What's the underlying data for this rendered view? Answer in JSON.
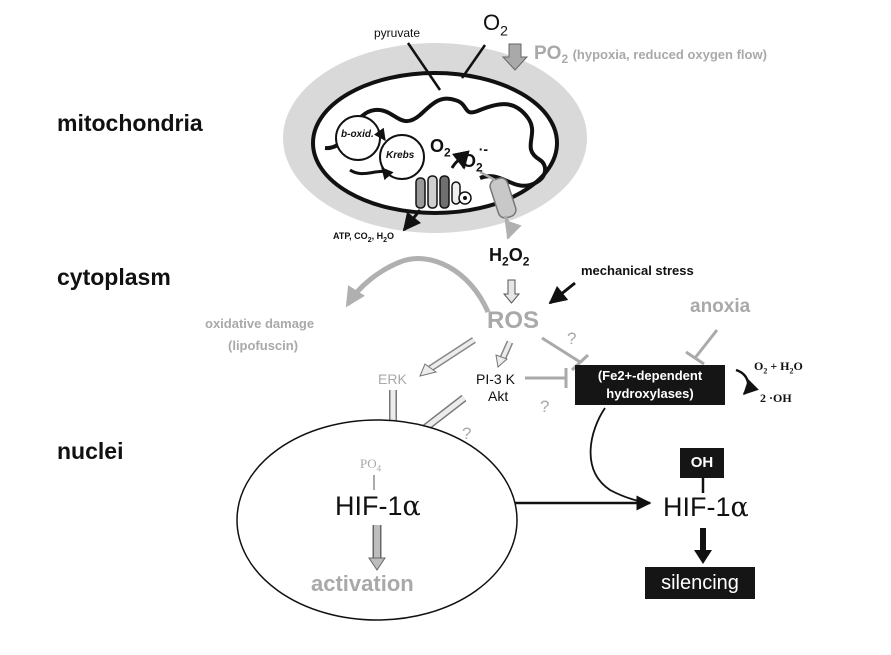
{
  "sections": {
    "mitochondria": "mitochondria",
    "cytoplasm": "cytoplasm",
    "nuclei": "nuclei"
  },
  "mito": {
    "pyruvate": "pyruvate",
    "o2_top": "O",
    "o2_top_sub": "2",
    "po2": "PO",
    "po2_sub": "2",
    "po2_note": "(hypoxia, reduced oxygen flow)",
    "boxid": "b-oxid.",
    "krebs": "Krebs",
    "o2_inner": "O",
    "o2_inner_sub": "2",
    "superoxide": "O",
    "superoxide_sub": "2",
    "superoxide_sup": "·-",
    "atp": "ATP, CO",
    "atp_sub": "2",
    "atp_tail": ", H",
    "atp_sub2": "2",
    "atp_end": "O"
  },
  "cyto": {
    "h2o2_a": "H",
    "h2o2_sub1": "2",
    "h2o2_b": "O",
    "h2o2_sub2": "2",
    "mechanical": "mechanical stress",
    "oxidative1": "oxidative damage",
    "oxidative2": "(lipofuscin)",
    "ros": "ROS",
    "anoxia": "anoxia",
    "q1": "?",
    "q2": "?",
    "q3": "?",
    "erk": "ERK",
    "pi3k": "PI-3 K",
    "akt": "Akt",
    "hydrox1": "(Fe2+-dependent",
    "hydrox2": "hydroxylases)",
    "o2h2o": "O",
    "o2h2o_sub": "2",
    "o2h2o_tail": " + H",
    "o2h2o_sub2": "2",
    "o2h2o_end": "O",
    "oh_rad": "2 ·OH"
  },
  "nucleus": {
    "po4": "PO",
    "po4_sub": "4",
    "hif_left": "HIF-1",
    "alpha": "α",
    "activation": "activation",
    "oh": "OH",
    "hif_right": "HIF-1",
    "silencing": "silencing"
  }
}
